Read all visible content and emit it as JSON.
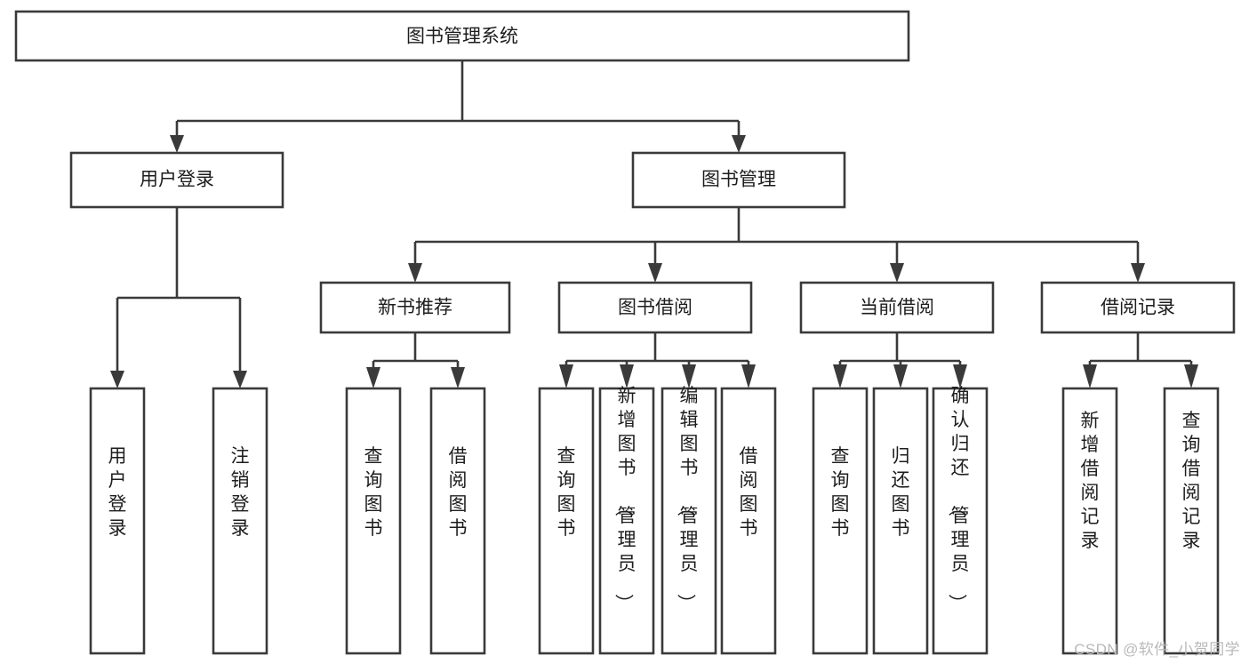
{
  "diagram": {
    "type": "tree",
    "title": "图书管理系统",
    "watermark": "CSDN @软件_小贺同学",
    "colors": {
      "background": "#ffffff",
      "stroke": "#3a3a3a",
      "box_fill": "#ffffff",
      "text": "#1d1d1d",
      "watermark": "#b9b9b9"
    },
    "nodes": {
      "root": "图书管理系统",
      "level2": {
        "user_login": "用户登录",
        "book_manage": "图书管理"
      },
      "level3": {
        "new_book_recommend": "新书推荐",
        "book_borrow": "图书借阅",
        "current_borrow": "当前借阅",
        "borrow_record": "借阅记录"
      },
      "leaves": {
        "user_login": [
          "用户登录",
          "注销登录"
        ],
        "new_book_recommend": [
          "查询图书",
          "借阅图书"
        ],
        "book_borrow": [
          "查询图书",
          "新增图书（管理员）",
          "编辑图书（管理员）",
          "借阅图书"
        ],
        "current_borrow": [
          "查询图书",
          "归还图书",
          "确认归还（管理员）"
        ],
        "borrow_record": [
          "新增借阅记录",
          "查询借阅记录"
        ]
      }
    }
  }
}
